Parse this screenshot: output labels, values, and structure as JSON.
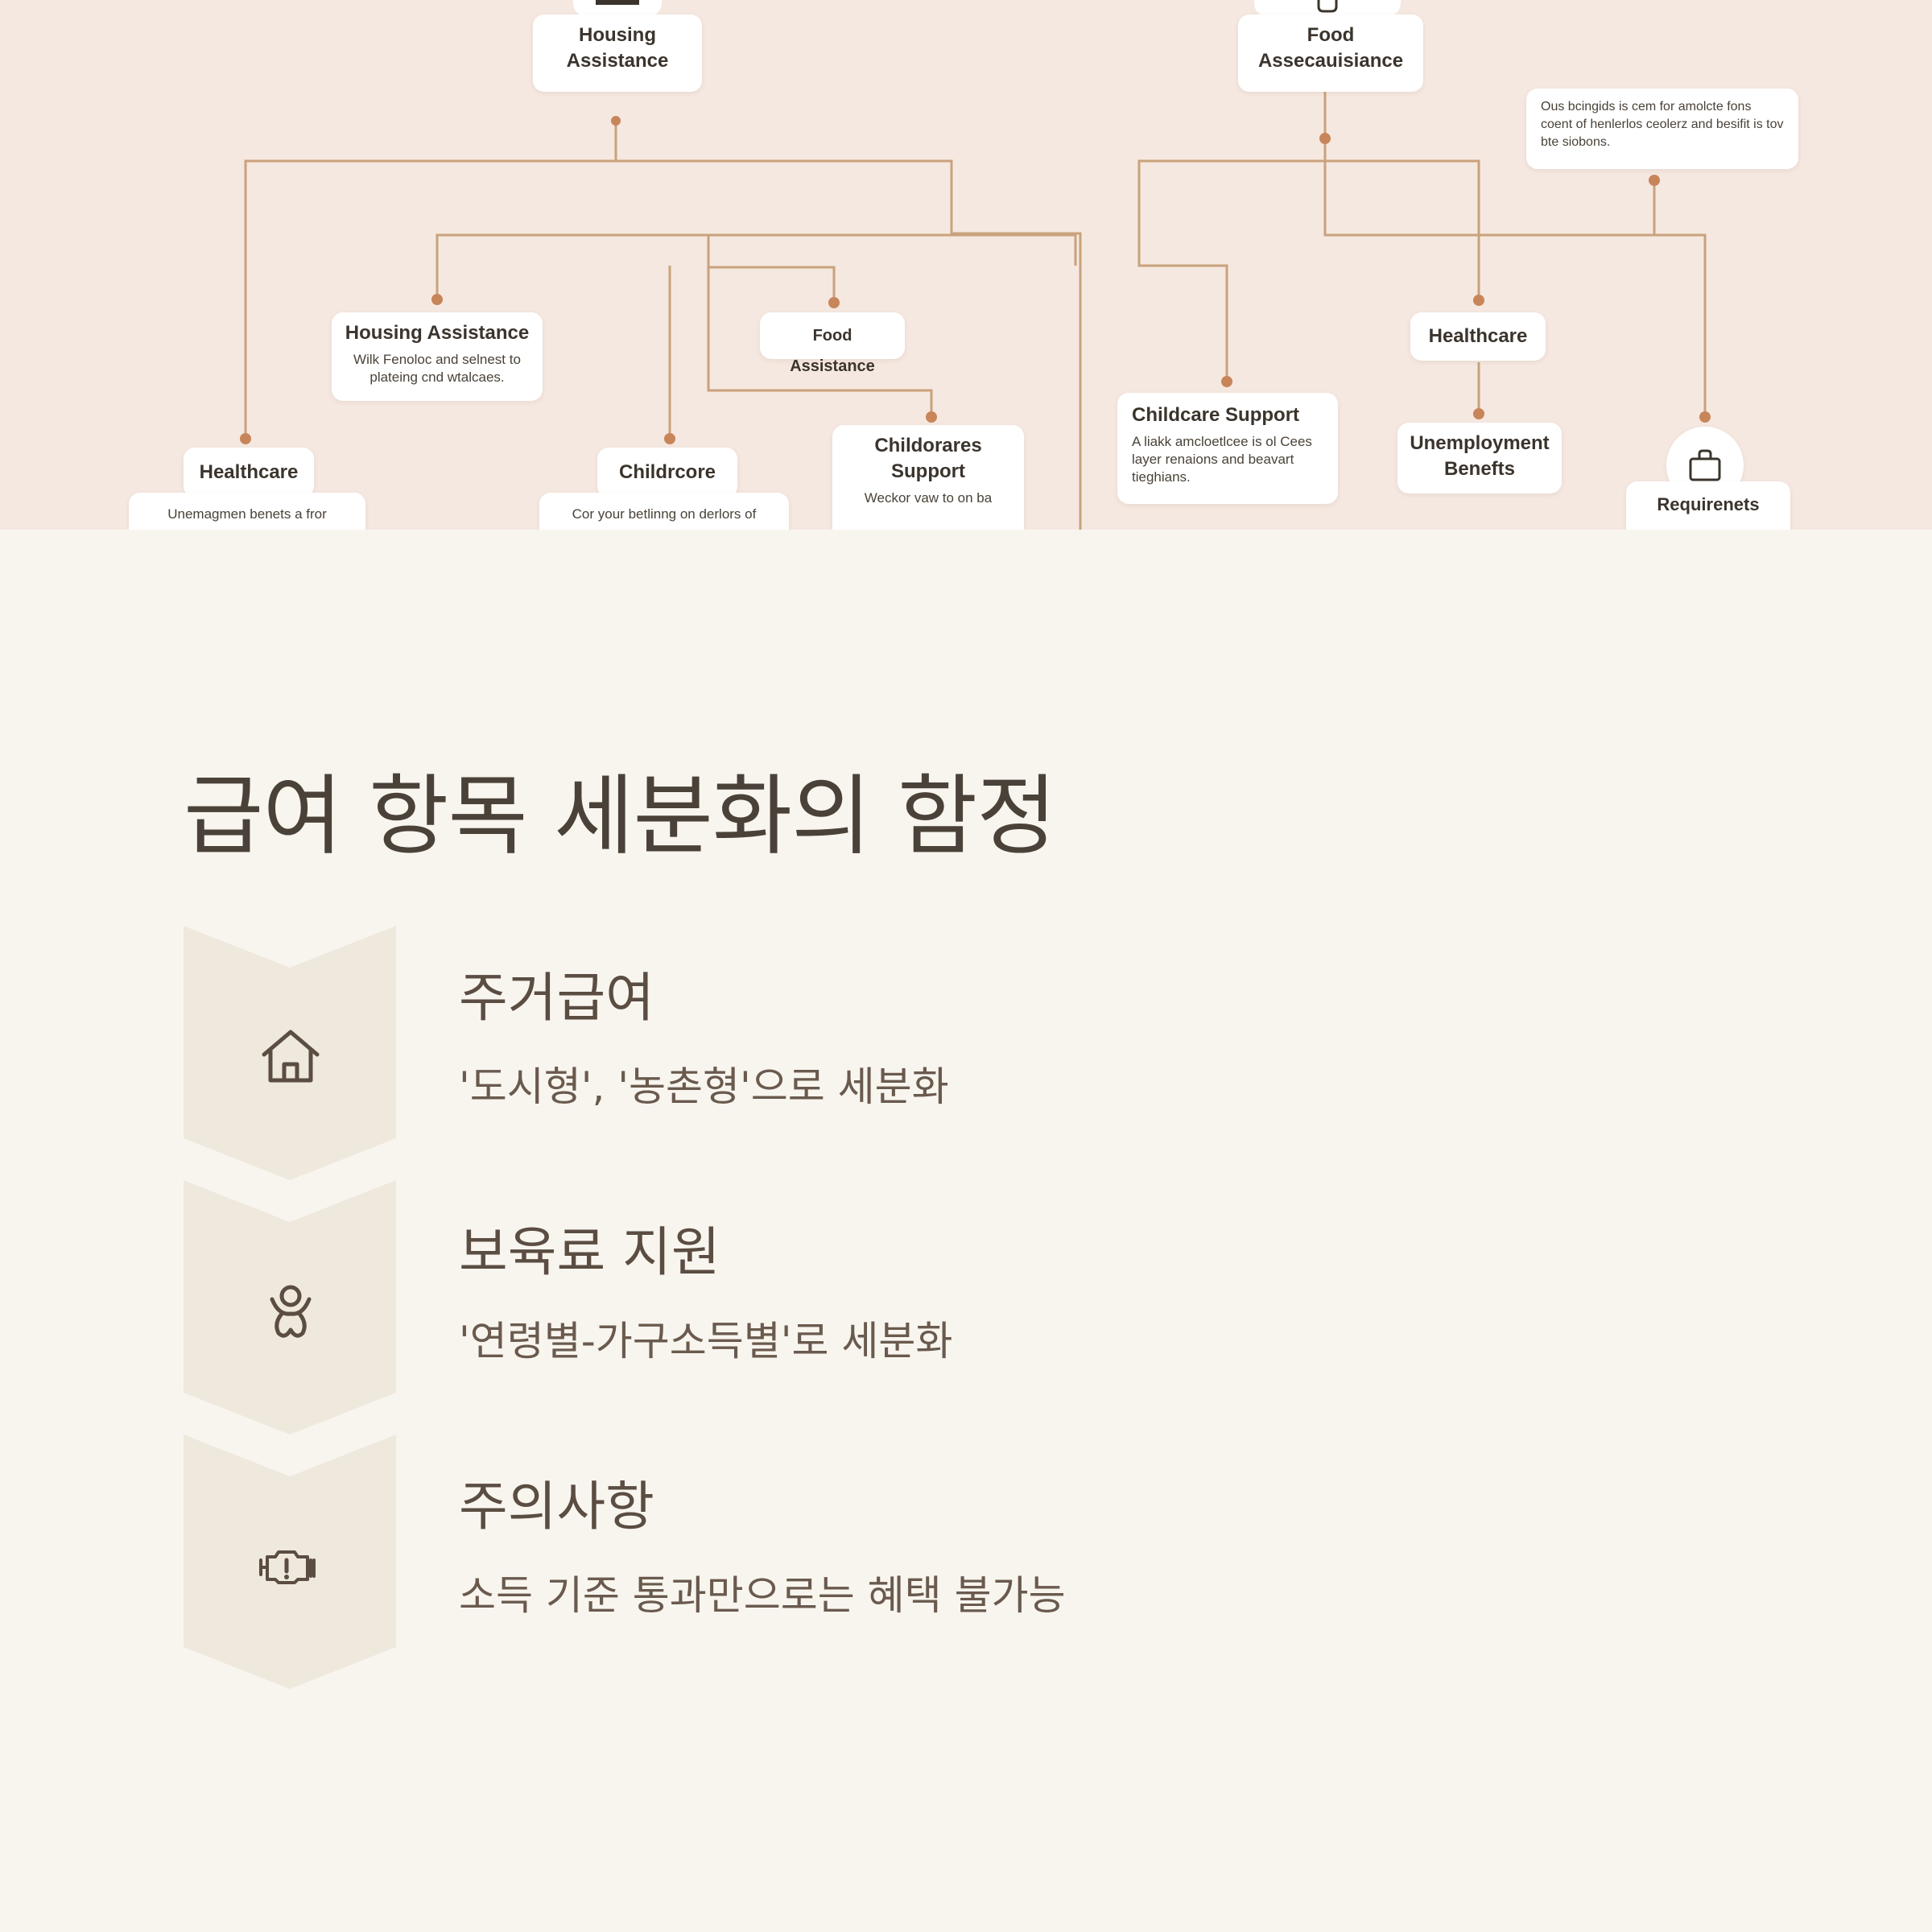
{
  "hero": {
    "top_left_node": {
      "title_line1": "Housing",
      "title_line2": "Assistance"
    },
    "top_right_node": {
      "title_line1": "Food",
      "title_line2": "Assecauisiance"
    },
    "note_top_right": {
      "text": "Ous bcingids is cem for amolcte fons coent of henlerlos ceolerz and besifit is tov bte siobons."
    },
    "housing_assistance": {
      "title": "Housing Assistance",
      "desc": "Wilk Fenoloc and selnest to plateing cnd wtalcaes."
    },
    "food_assistance": {
      "title": "Food Assistance"
    },
    "healthcare_right": {
      "title": "Healthcare"
    },
    "childcare_support_right": {
      "title": "Childcare Support",
      "desc": "A liakk amcloetlcee is ol Cees layer renaions and beavart tieghians."
    },
    "unemployment_benefits": {
      "title_line1": "Unemployment",
      "title_line2": "Benefts"
    },
    "requirements": {
      "title": "Requirenets",
      "icon": "bag-icon"
    },
    "healthcare_left": {
      "title": "Healthcare",
      "desc": "Unemagmen benets a fror"
    },
    "childrcore": {
      "title": "Childrcore",
      "desc": "Cor your betlinng on derlors of"
    },
    "childcare_support_mid": {
      "title_line1": "Childorares",
      "title_line2": "Support",
      "desc": "Weckor vaw to on ba"
    }
  },
  "main": {
    "title": "급여 항목 세분화의 함정",
    "items": [
      {
        "title": "주거급여",
        "desc": "'도시형', '농촌형'으로 세분화",
        "icon": "house-icon"
      },
      {
        "title": "보육료 지원",
        "desc": "'연령별-가구소득별'로 세분화",
        "icon": "baby-icon"
      },
      {
        "title": "주의사항",
        "desc": "소득 기준 통과만으로는 혜택 불가능",
        "icon": "warning-engine-icon"
      }
    ]
  },
  "colors": {
    "hero_bg": "#f5e8e0",
    "page_bg": "#f8f5ef",
    "chevron_bg": "#efe8dd",
    "connector": "#c9a27c",
    "dot": "#c8855a"
  }
}
